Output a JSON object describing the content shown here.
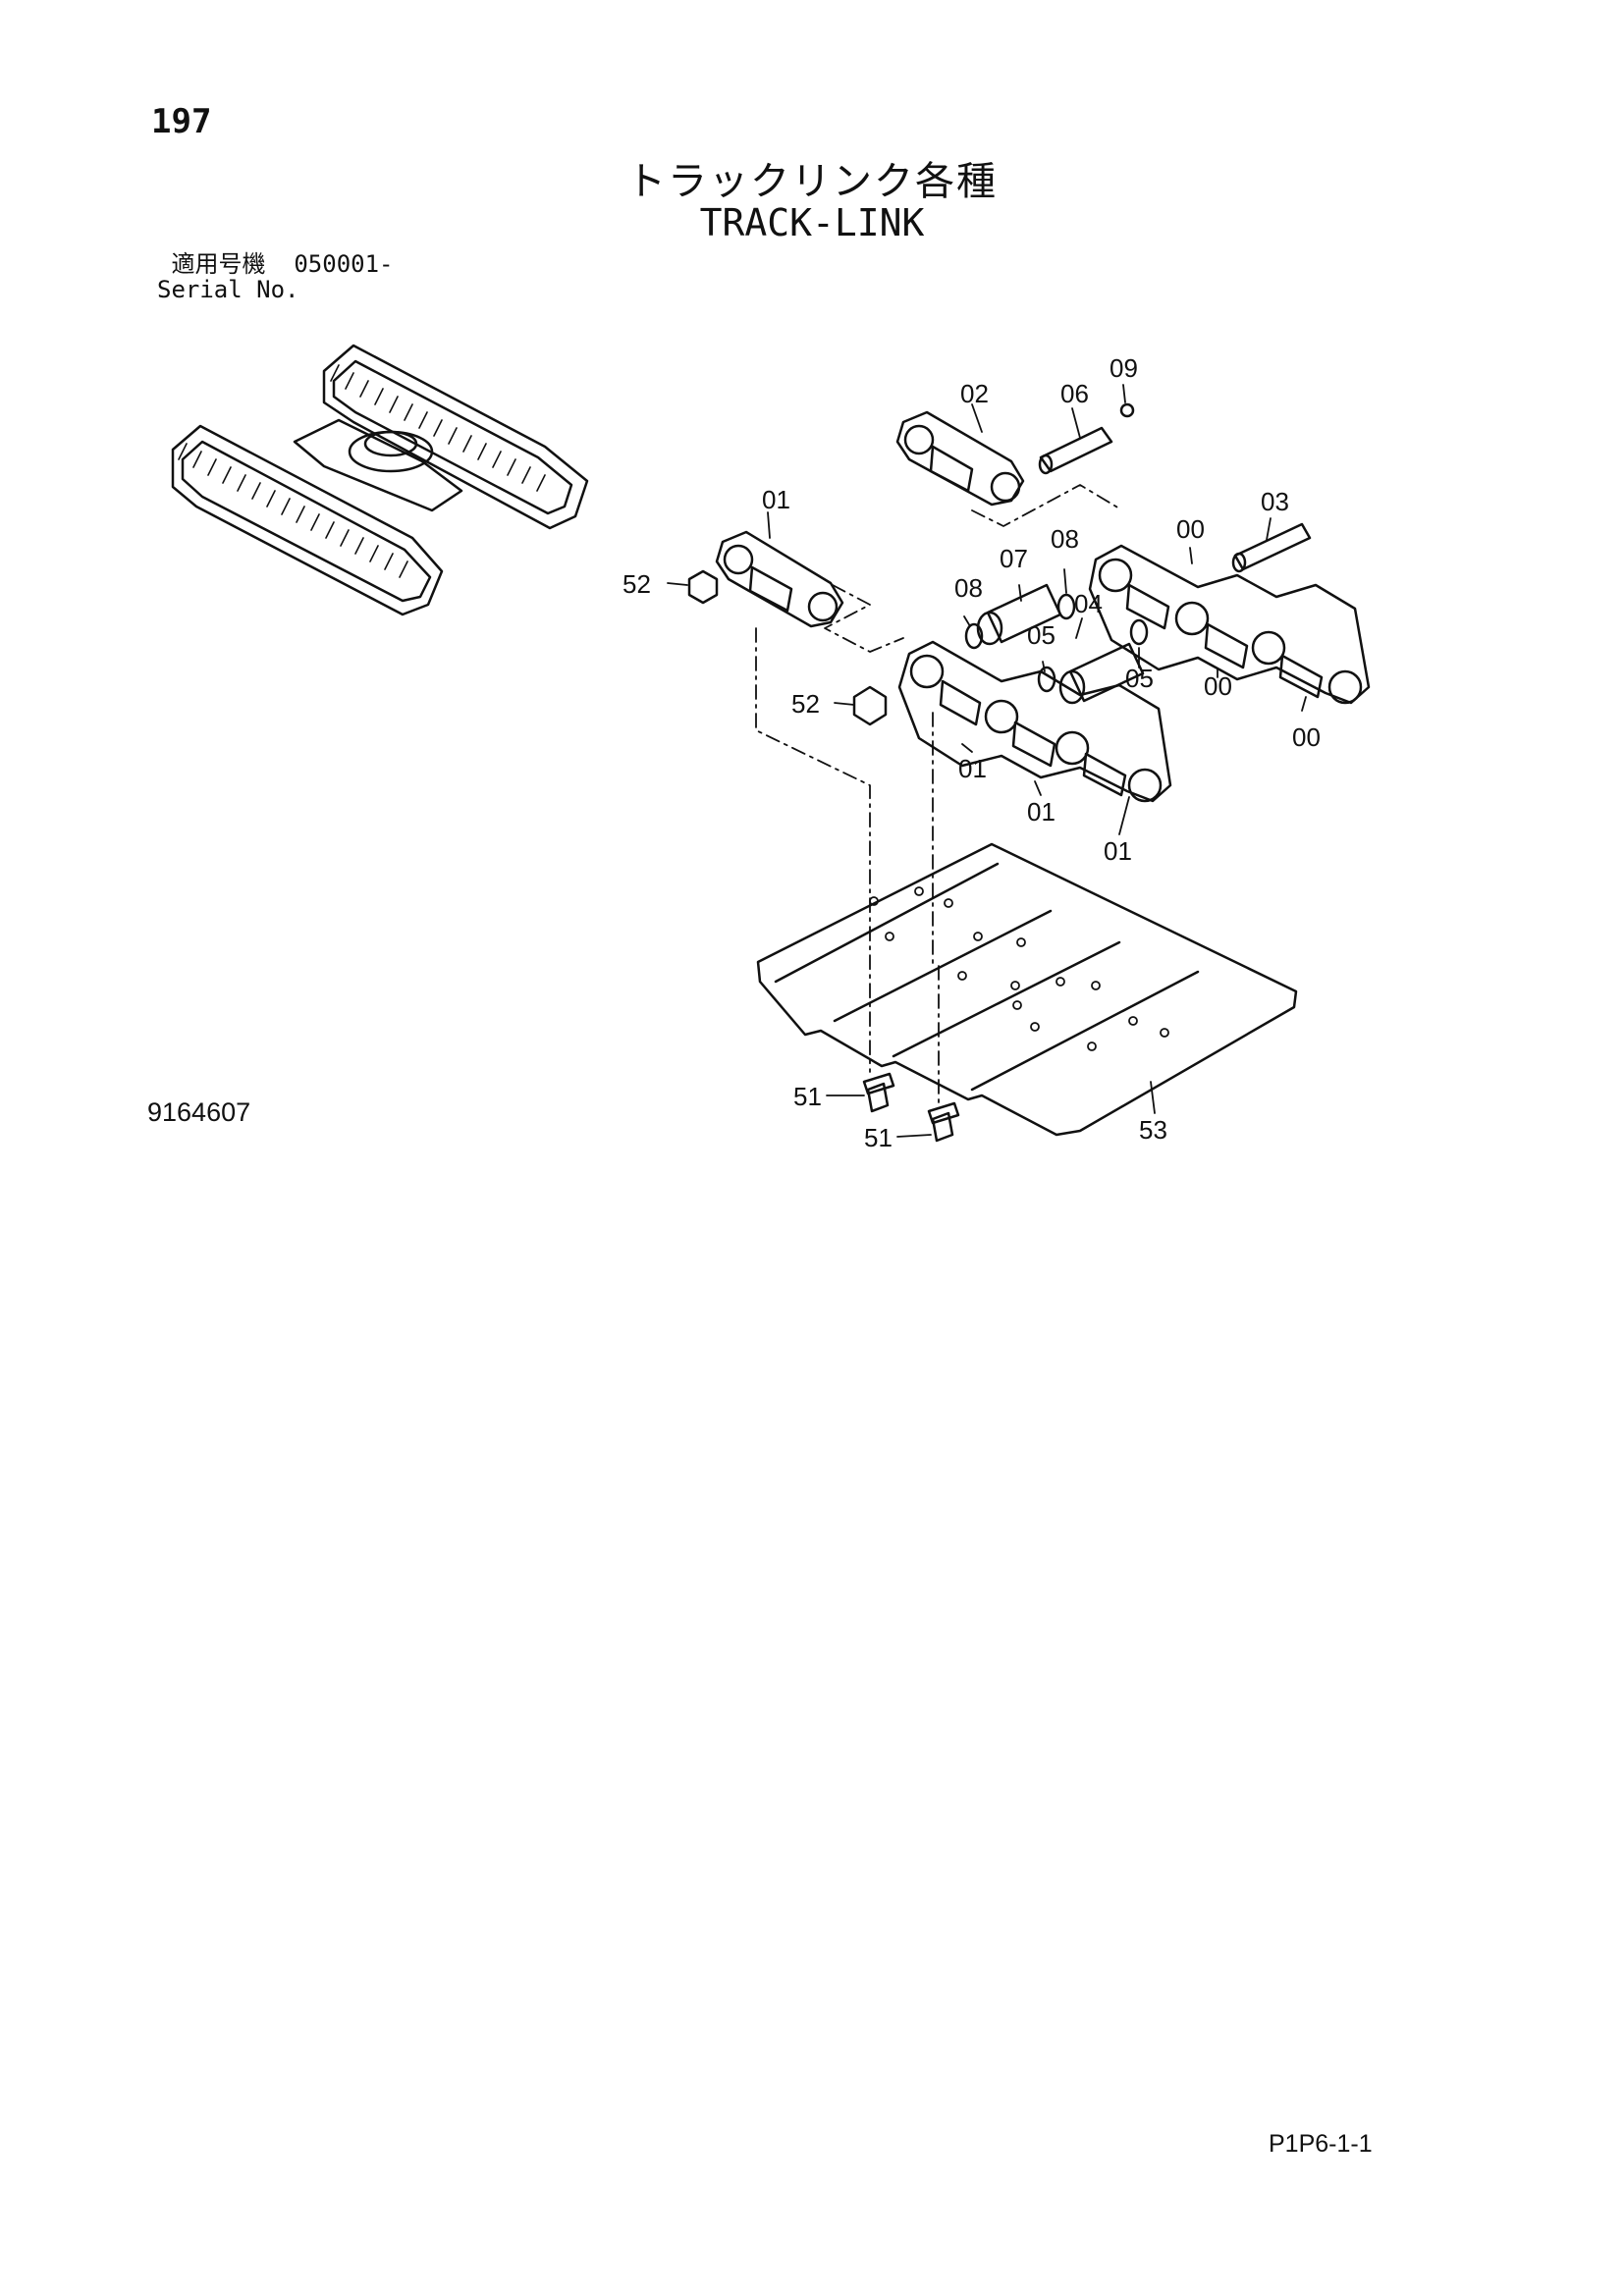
{
  "page": {
    "number": "197",
    "title_jp": "トラックリンク各種",
    "title_en": "TRACK-LINK",
    "serial_label_jp": "適用号機",
    "serial_value": "050001-",
    "serial_label_en": "Serial No.",
    "drawing_number": "9164607",
    "page_code": "P1P6-1-1"
  },
  "callouts": [
    "09",
    "02",
    "06",
    "01",
    "03",
    "00",
    "08",
    "07",
    "52",
    "08",
    "04",
    "05",
    "05",
    "00",
    "52",
    "00",
    "01",
    "01",
    "01",
    "51",
    "51",
    "53"
  ]
}
